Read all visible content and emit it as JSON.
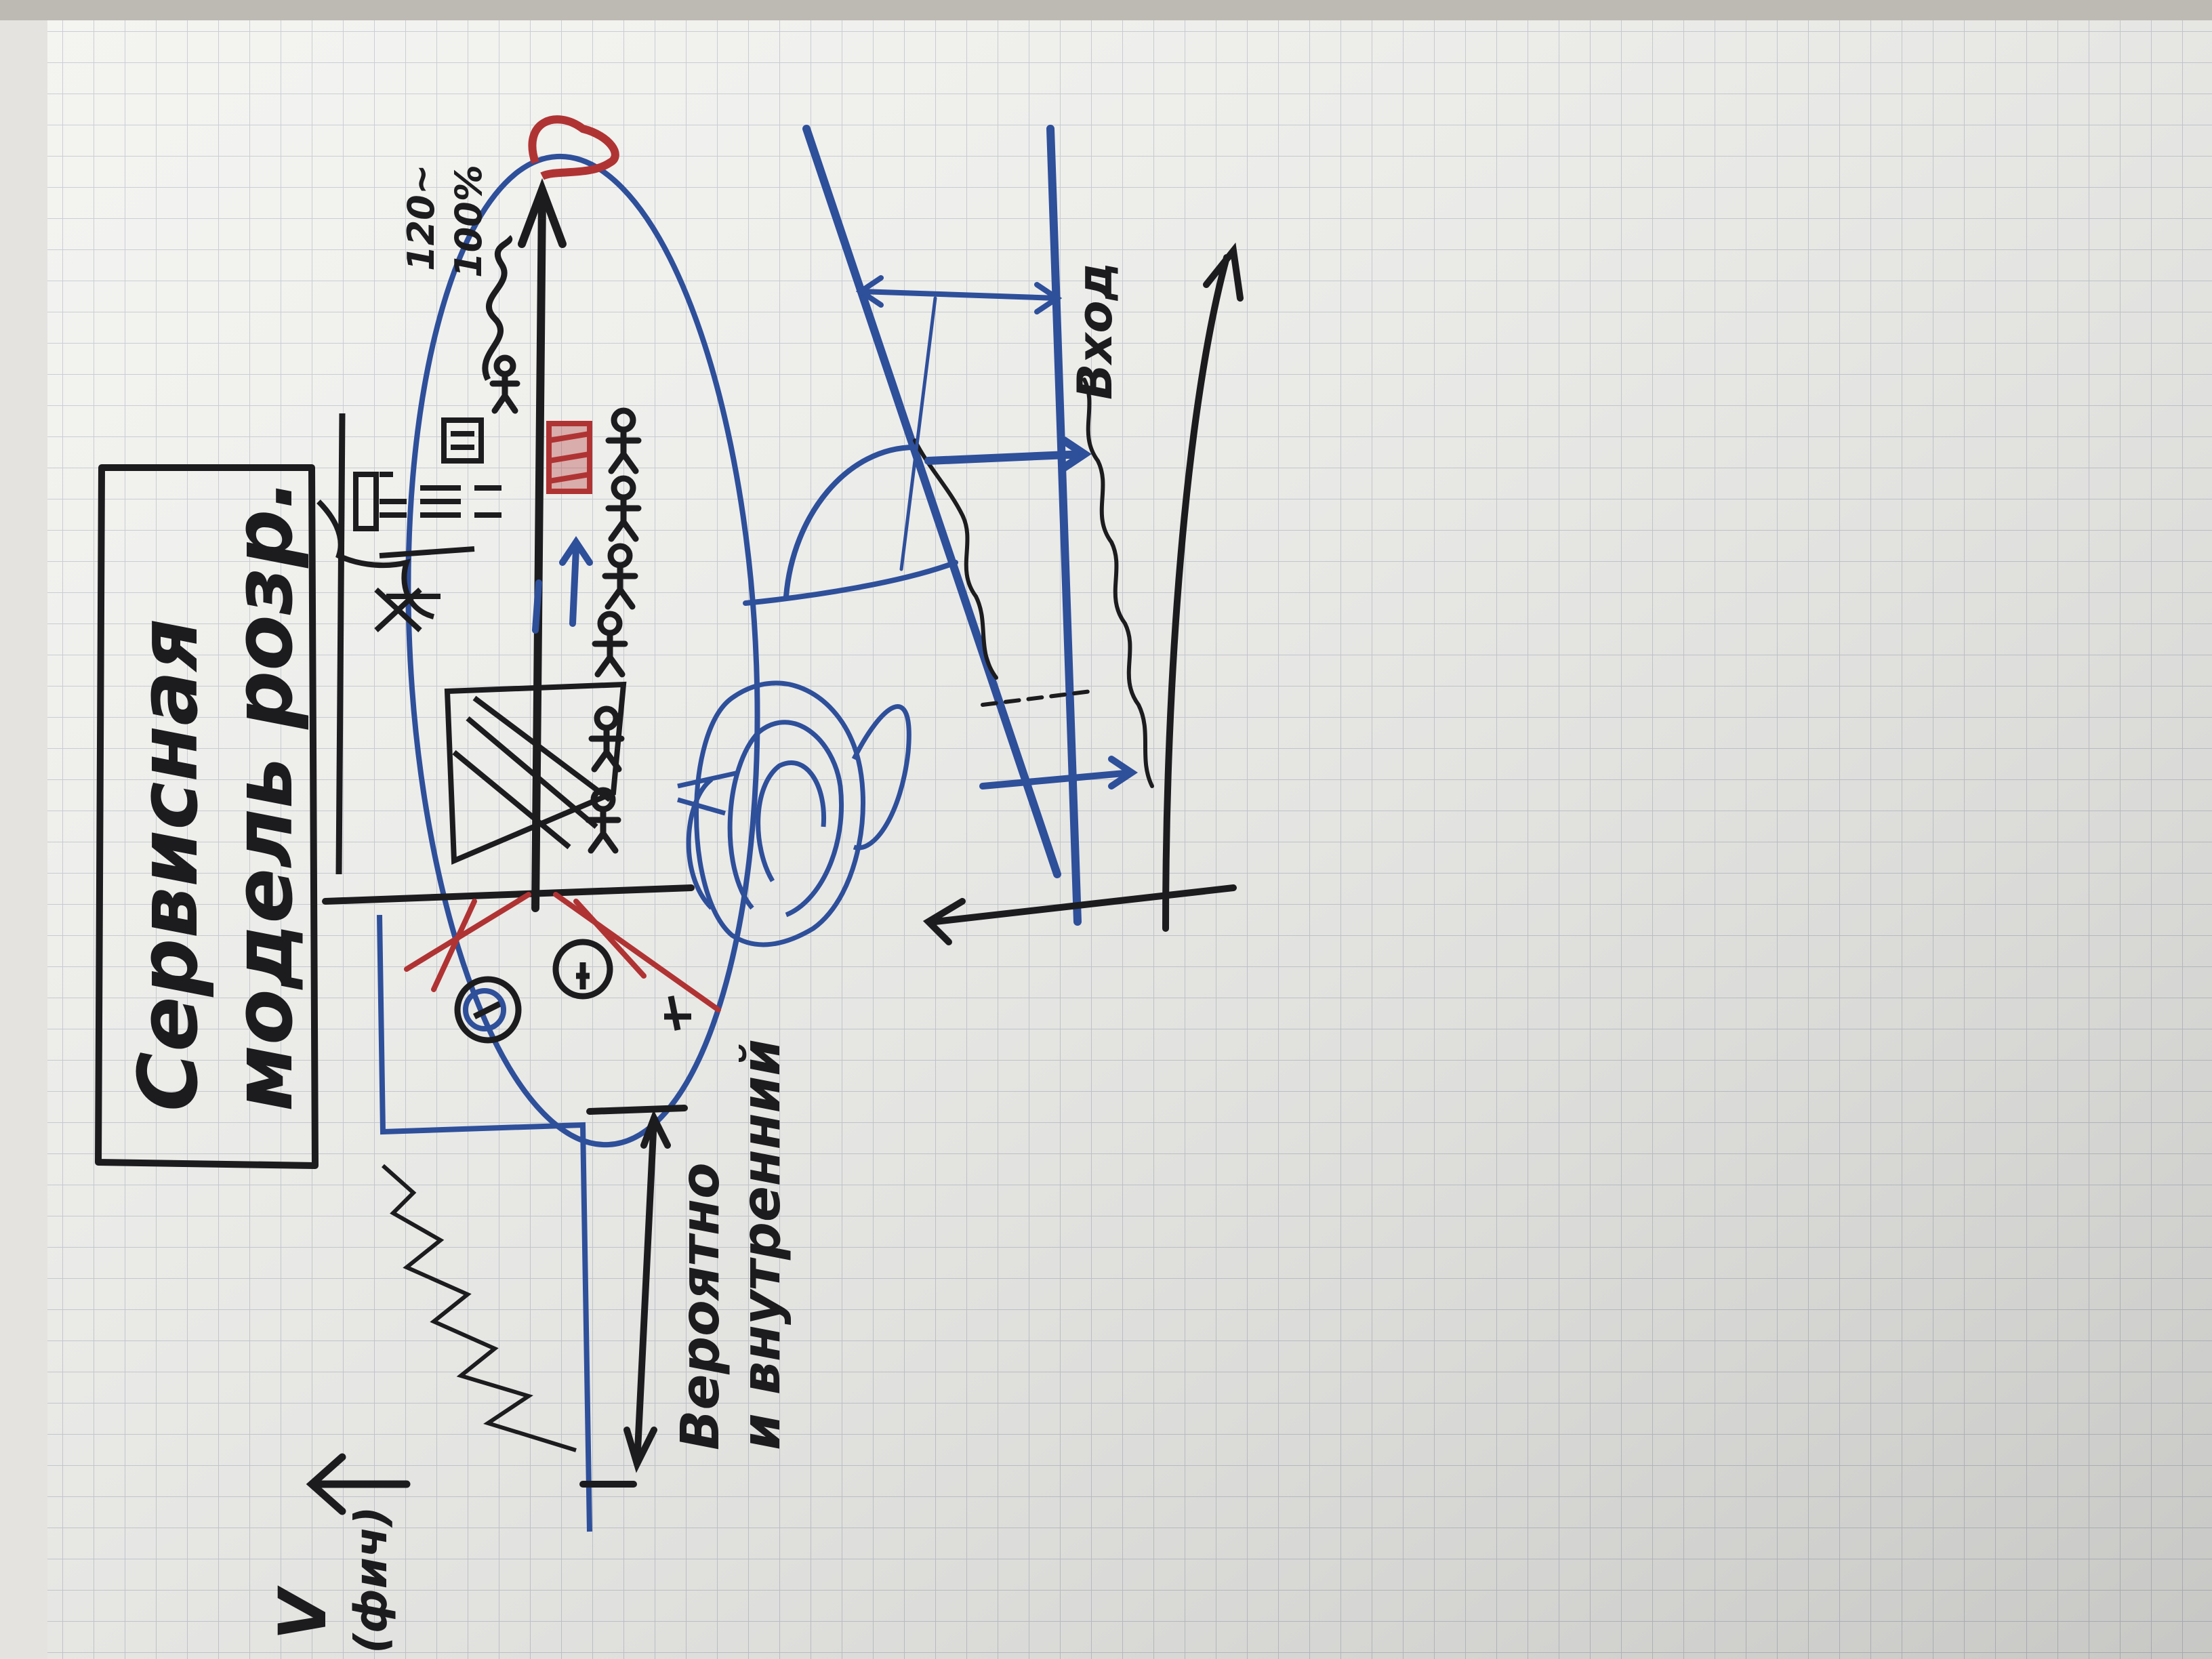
{
  "colors": {
    "paper": "#f3f3f0",
    "grid": "#c9ccd2",
    "black_marker": "#1c1c1e",
    "blue_marker": "#2e4f9a",
    "red_marker": "#b03333"
  },
  "labels": {
    "title_line1": "Сервисная",
    "title_line2": "модель розр.",
    "pct_line1": "120~",
    "pct_line2": "100%",
    "prob_line1": "Вероятно",
    "prob_line2": "и внутренний",
    "v_axis": "V",
    "v_axis_unit": "(фич)",
    "inflow": "Вход"
  }
}
